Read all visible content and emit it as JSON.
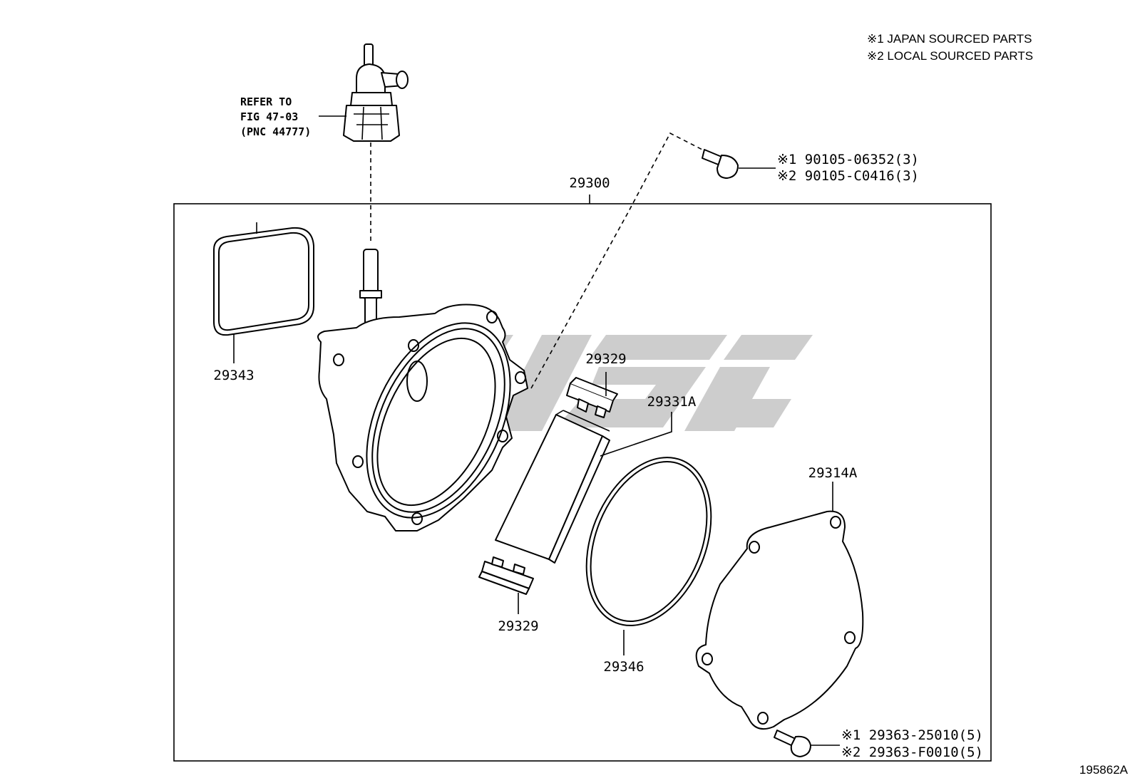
{
  "legend": {
    "line1": "※1 JAPAN SOURCED PARTS",
    "line2": "※2 LOCAL SOURCED PARTS"
  },
  "refer": {
    "line1": "REFER TO",
    "line2": "FIG 47-03",
    "line3": "(PNC 44777)"
  },
  "labels": {
    "assembly": "29300",
    "gasket_square": "29343",
    "cap_top": "29329",
    "vane": "29331A",
    "cap_bottom": "29329",
    "oring": "29346",
    "cover": "29314A",
    "drawing_number": "195862A"
  },
  "bolt_top": {
    "line1": "※1 90105-06352(3)",
    "line2": "※2 90105-C0416(3)"
  },
  "bolt_bottom": {
    "line1": "※1 29363-25010(5)",
    "line2": "※2 29363-F0010(5)"
  },
  "colors": {
    "line": "#000000",
    "watermark": "#c8c8c8",
    "background": "#ffffff"
  }
}
